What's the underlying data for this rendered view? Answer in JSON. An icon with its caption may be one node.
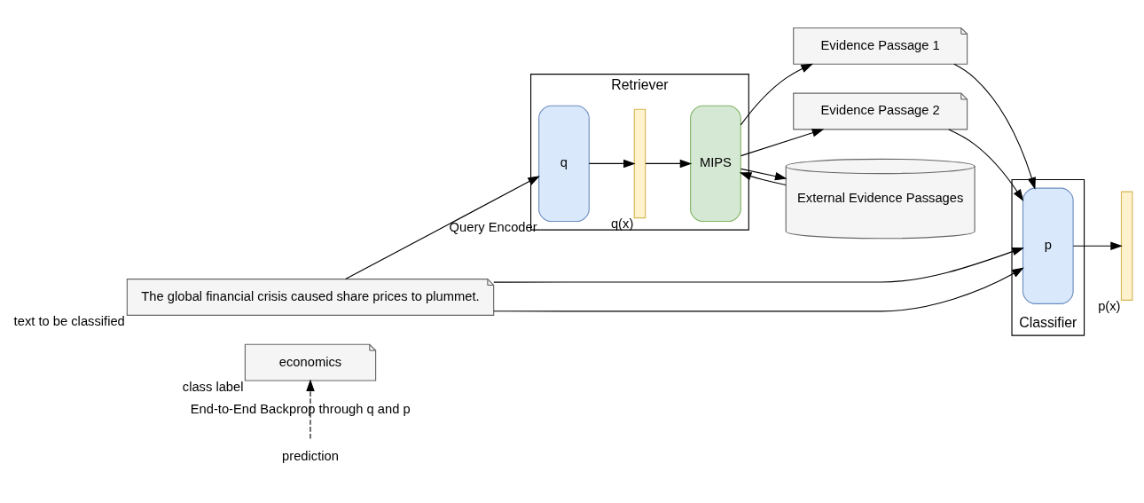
{
  "diagram": {
    "nodes": [
      {
        "text": [
          "economics"
        ],
        "beside": [
          "class label"
        ]
      },
      {
        "text": [
          "The global financial crisis caused share prices to plummet."
        ],
        "beside": [
          "text to be classified"
        ]
      },
      {
        "text": [
          "Retriever"
        ]
      },
      {
        "text": [
          "q"
        ],
        "in": 2,
        "beside": [
          "Query Encoder"
        ]
      },
      {
        "text": [],
        "shape": "bar",
        "in": 2,
        "beside": [
          "q(x)"
        ]
      },
      {
        "text": [
          "MIPS"
        ],
        "in": 2
      },
      {
        "text": [
          "Evidence Passage 1"
        ]
      },
      {
        "text": [
          "Evidence Passage 2"
        ]
      },
      {
        "text": [
          "Classifier"
        ]
      },
      {
        "text": [
          "p"
        ],
        "in": 8
      },
      {
        "text": [],
        "shape": "bar",
        "beside": [
          "p(x)"
        ]
      },
      {
        "text": [
          "External Evidence Passages"
        ]
      },
      {
        "text": [
          "prediction"
        ]
      }
    ],
    "edges": [
      {
        "from": 1,
        "to": 3,
        "arrow": "to"
      },
      {
        "from": 3,
        "to": 4,
        "arrow": "to"
      },
      {
        "from": 4,
        "to": 5,
        "arrow": "to"
      },
      {
        "from": 5,
        "to": 6,
        "arrow": "to"
      },
      {
        "from": 5,
        "to": 7,
        "arrow": "to"
      },
      {
        "from": 6,
        "to": 9,
        "arrow": "to"
      },
      {
        "from": 7,
        "to": 9,
        "arrow": "to"
      },
      {
        "from": 1,
        "to": 9,
        "arrow": "to"
      },
      {
        "from": 1,
        "to": 9,
        "arrow": "to"
      },
      {
        "from": 9,
        "to": 10,
        "arrow": "to"
      },
      {
        "from": 5,
        "to": 11,
        "arrow": "to"
      },
      {
        "from": 11,
        "to": 5,
        "arrow": "to"
      },
      {
        "from": 12,
        "to": 0,
        "arrow": "to",
        "style": "dashed",
        "label": "End-to-End Backprop through q and p"
      }
    ]
  }
}
